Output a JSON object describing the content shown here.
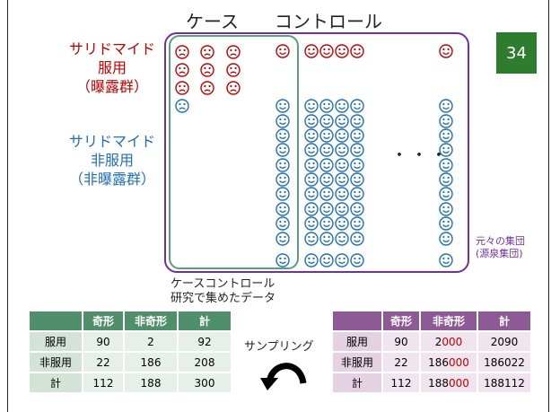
{
  "page_number": "34",
  "headers": {
    "case": "ケース",
    "control": "コントロール"
  },
  "rows": {
    "exposed": {
      "line1": "サリドマイド",
      "line2": "服用",
      "line3": "（曝露群）"
    },
    "unexposed": {
      "line1": "サリドマイド",
      "line2": "非服用",
      "line3": "（非曝露群）"
    }
  },
  "colors": {
    "exposed": "#c00000",
    "unexposed": "#1f6fb4",
    "population": "#7030a0",
    "study": "#5a9e82"
  },
  "icons": {
    "exposed_case": "sad-face-icon",
    "unexposed_case": "sad-face-icon",
    "control": "smiley-face-icon"
  },
  "study_label": {
    "line1": "ケースコントロール",
    "line2": "研究で集めたデータ"
  },
  "population_label": {
    "line1": "元々の集団",
    "line2": "(源泉集団)"
  },
  "ellipsis": "・・・",
  "sampling_label": "サンプリング",
  "table_study": {
    "headers": [
      "",
      "奇形",
      "非奇形",
      "計"
    ],
    "rows": [
      [
        "服用",
        "90",
        "2",
        "92"
      ],
      [
        "非服用",
        "22",
        "186",
        "208"
      ],
      [
        "計",
        "112",
        "188",
        "300"
      ]
    ]
  },
  "table_population": {
    "headers": [
      "",
      "奇形",
      "非奇形",
      "計"
    ],
    "rows": [
      {
        "label": "服用",
        "a": "90",
        "b_base": "2",
        "b_extra": "000",
        "total": "2090"
      },
      {
        "label": "非服用",
        "a": "22",
        "b_base": "186",
        "b_extra": "000",
        "total": "186022"
      },
      {
        "label": "計",
        "a": "112",
        "b_base": "188",
        "b_extra": "000",
        "total": "188112"
      }
    ]
  }
}
